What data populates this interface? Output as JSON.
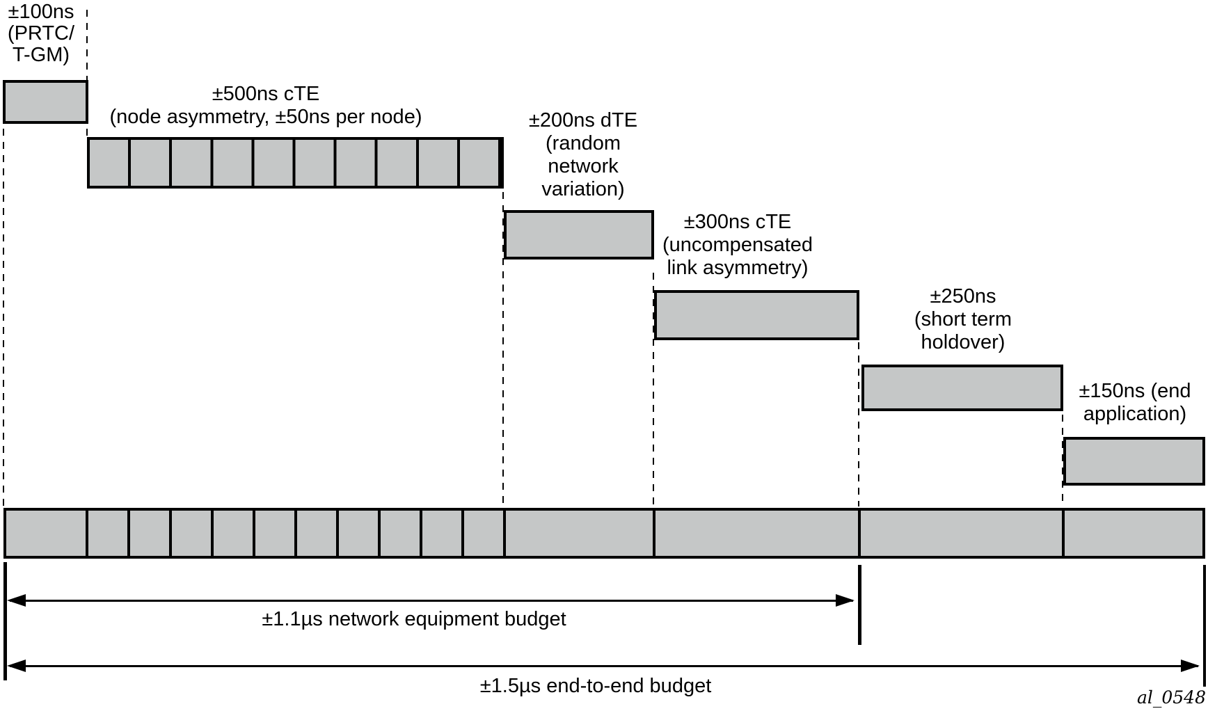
{
  "diagram": {
    "figure_tag": "al_0548",
    "colors": {
      "box_fill": "#c5c7c7",
      "box_border": "#000000",
      "background": "#ffffff",
      "text": "#000000"
    },
    "blocks": [
      {
        "id": "prtc",
        "value_ns": 100,
        "segments": 1,
        "label_lines": [
          "±100ns",
          "(PRTC/",
          "T-GM)"
        ]
      },
      {
        "id": "node-cte",
        "value_ns": 500,
        "segments": 10,
        "label_lines": [
          "±500ns cTE",
          "(node asymmetry, ±50ns per node)"
        ]
      },
      {
        "id": "dte",
        "value_ns": 200,
        "segments": 1,
        "label_lines": [
          "±200ns dTE",
          "(random",
          "network",
          "variation)"
        ]
      },
      {
        "id": "link-cte",
        "value_ns": 300,
        "segments": 1,
        "label_lines": [
          "±300ns cTE",
          "(uncompensated",
          "link asymmetry)"
        ]
      },
      {
        "id": "holdover",
        "value_ns": 250,
        "segments": 1,
        "label_lines": [
          "±250ns",
          "(short term",
          "holdover)"
        ]
      },
      {
        "id": "end-application",
        "value_ns": 150,
        "segments": 1,
        "label_lines": [
          "±150ns (end",
          "application)"
        ]
      }
    ],
    "summary_bar": {
      "node_segments": 10,
      "total_cells": 15
    },
    "arrows": [
      {
        "id": "network-equipment-budget",
        "label": "±1.1µs network equipment budget"
      },
      {
        "id": "end-to-end-budget",
        "label": "±1.5µs end-to-end budget"
      }
    ]
  }
}
